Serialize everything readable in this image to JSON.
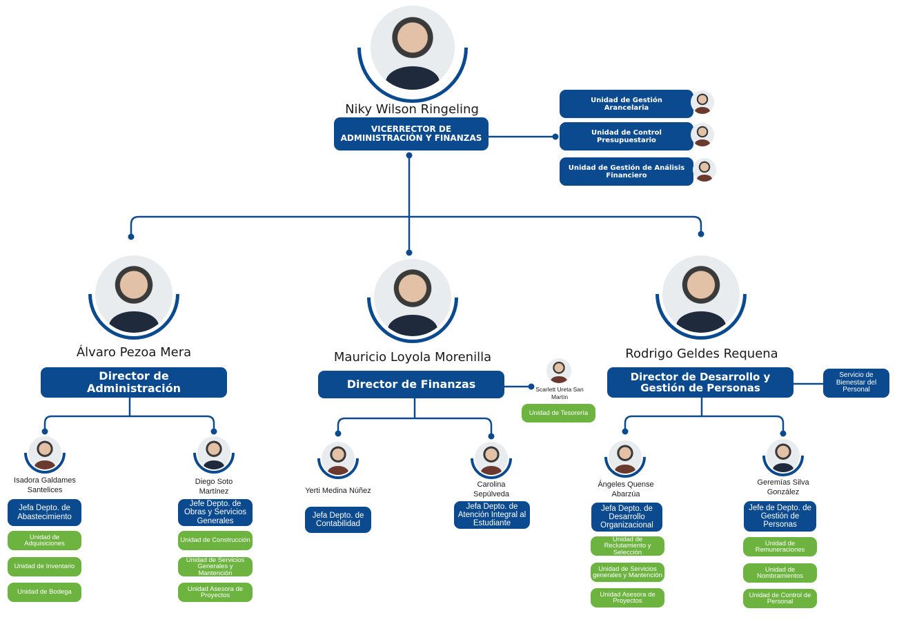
{
  "colors": {
    "navy": "#0b4a8e",
    "green": "#6db33f"
  },
  "vicerrector": {
    "name": "Niky Wilson Ringeling",
    "title": "VICERRECTOR DE ADMINISTRACIÓN Y FINANZAS"
  },
  "staff_units": [
    {
      "label": "Unidad de Gestión Arancelaria"
    },
    {
      "label": "Unidad de Control Presupuestario"
    },
    {
      "label": "Unidad de Gestión de Análisis Financiero"
    }
  ],
  "directors": [
    {
      "name": "Álvaro Pezoa Mera",
      "title": "Director de Administración",
      "heads": [
        {
          "name": "Isadora Galdames Santelices",
          "title": "Jefa Depto. de Abastecimiento",
          "units": [
            "Unidad de Adquisiciones",
            "Unidad de Inventario",
            "Unidad de Bodega"
          ]
        },
        {
          "name": "Diego Soto Martínez",
          "title": "Jefe Depto. de Obras y Servicios Generales",
          "units": [
            "Unidad de Construcción",
            "Unidad de Servicios Generales y Mantención",
            "Unidad Asesora de Proyectos"
          ]
        }
      ]
    },
    {
      "name": "Mauricio Loyola Morenilla",
      "title": "Director de Finanzas",
      "side": {
        "name": "Scarlett Ureta San Martín",
        "unit": "Unidad de Tesorería"
      },
      "heads": [
        {
          "name": "Yerti Medina Núñez",
          "title": "Jefa Depto. de Contabilidad"
        },
        {
          "name": "Carolina Sepúlveda",
          "title": "Jefa Depto. de Atención Integral al Estudiante"
        }
      ]
    },
    {
      "name": "Rodrigo Geldes Requena",
      "title": "Director de Desarrollo y Gestión de Personas",
      "side": {
        "unit": "Servicio de Bienestar del Personal"
      },
      "heads": [
        {
          "name": "Ángeles Quense Abarzúa",
          "title": "Jefa Depto. de Desarrollo Organizacional",
          "units": [
            "Unidad de Reclutamiento y Selección",
            "Unidad de Servicios generales y Mantención",
            "Unidad Asesora de Proyectos"
          ]
        },
        {
          "name": "Geremías Silva González",
          "title": "Jefe de Depto. de Gestión de Personas",
          "units": [
            "Unidad de Remuneraciones",
            "Unidad de Nombramientos",
            "Unidad de Control de Personal"
          ]
        }
      ]
    }
  ]
}
